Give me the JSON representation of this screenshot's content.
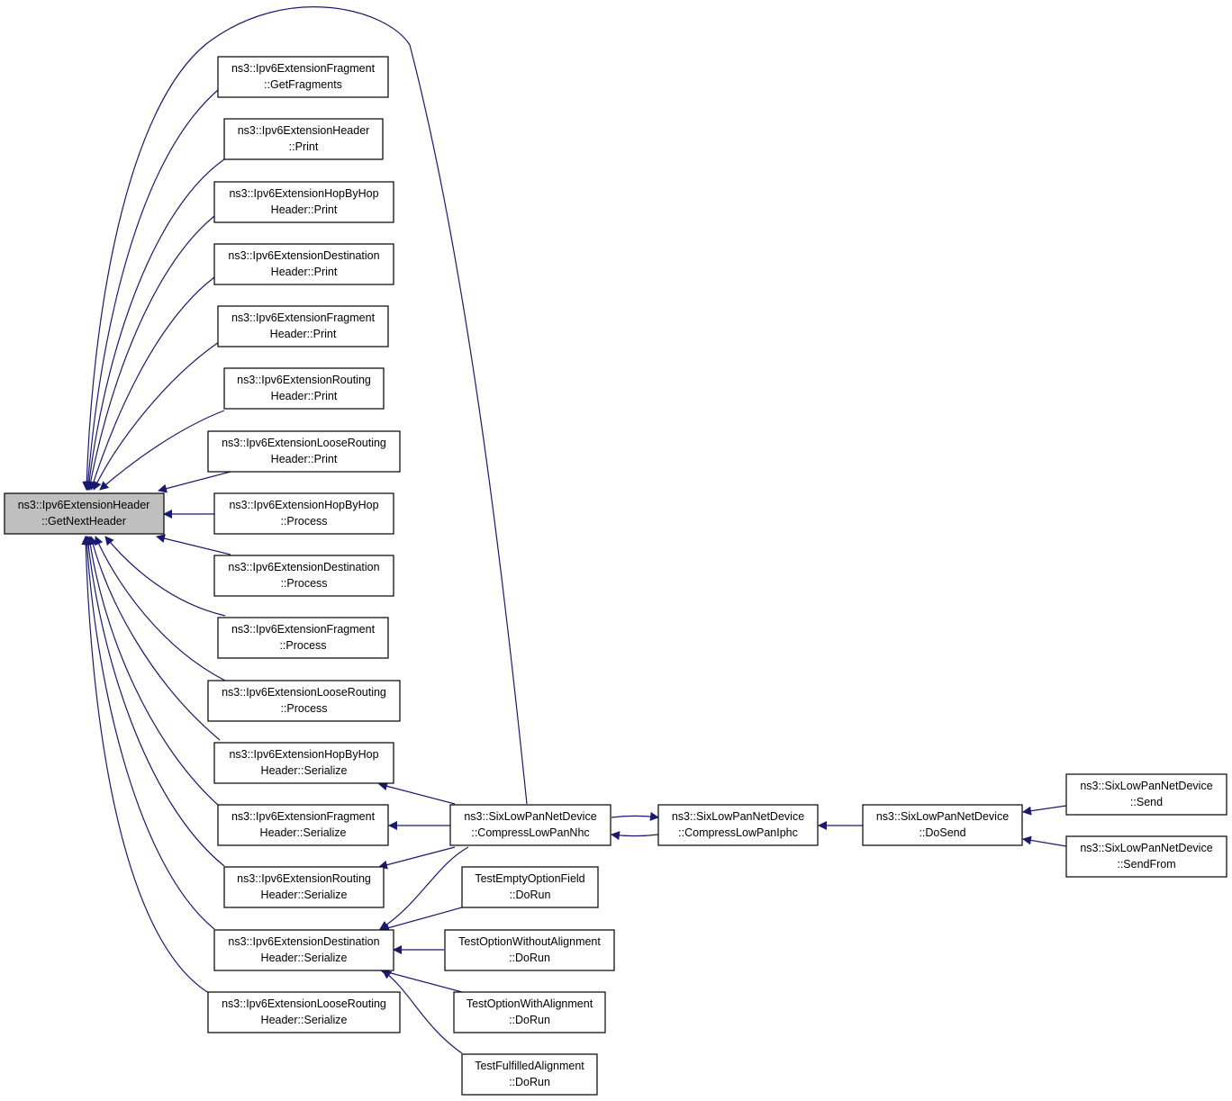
{
  "colors": {
    "edge": "#191970",
    "node_fill": "#ffffff",
    "node_stroke": "#000000",
    "root_fill": "#bfbfbf"
  },
  "nodes": {
    "root": {
      "line1": "ns3::Ipv6ExtensionHeader",
      "line2": "::GetNextHeader"
    },
    "n_get_fragments": {
      "line1": "ns3::Ipv6ExtensionFragment",
      "line2": "::GetFragments"
    },
    "n_header_print": {
      "line1": "ns3::Ipv6ExtensionHeader",
      "line2": "::Print"
    },
    "n_hbh_header_print": {
      "line1": "ns3::Ipv6ExtensionHopByHop",
      "line2": "Header::Print"
    },
    "n_dest_header_print": {
      "line1": "ns3::Ipv6ExtensionDestination",
      "line2": "Header::Print"
    },
    "n_frag_header_print": {
      "line1": "ns3::Ipv6ExtensionFragment",
      "line2": "Header::Print"
    },
    "n_routing_header_print": {
      "line1": "ns3::Ipv6ExtensionRouting",
      "line2": "Header::Print"
    },
    "n_loose_header_print": {
      "line1": "ns3::Ipv6ExtensionLooseRouting",
      "line2": "Header::Print"
    },
    "n_hbh_process": {
      "line1": "ns3::Ipv6ExtensionHopByHop",
      "line2": "::Process"
    },
    "n_dest_process": {
      "line1": "ns3::Ipv6ExtensionDestination",
      "line2": "::Process"
    },
    "n_frag_process": {
      "line1": "ns3::Ipv6ExtensionFragment",
      "line2": "::Process"
    },
    "n_loose_process": {
      "line1": "ns3::Ipv6ExtensionLooseRouting",
      "line2": "::Process"
    },
    "n_hbh_serialize": {
      "line1": "ns3::Ipv6ExtensionHopByHop",
      "line2": "Header::Serialize"
    },
    "n_frag_serialize": {
      "line1": "ns3::Ipv6ExtensionFragment",
      "line2": "Header::Serialize"
    },
    "n_routing_serialize": {
      "line1": "ns3::Ipv6ExtensionRouting",
      "line2": "Header::Serialize"
    },
    "n_dest_serialize": {
      "line1": "ns3::Ipv6ExtensionDestination",
      "line2": "Header::Serialize"
    },
    "n_loose_serialize": {
      "line1": "ns3::Ipv6ExtensionLooseRouting",
      "line2": "Header::Serialize"
    },
    "n_compress_nhc": {
      "line1": "ns3::SixLowPanNetDevice",
      "line2": "::CompressLowPanNhc"
    },
    "n_compress_iphc": {
      "line1": "ns3::SixLowPanNetDevice",
      "line2": "::CompressLowPanIphc"
    },
    "n_dosend": {
      "line1": "ns3::SixLowPanNetDevice",
      "line2": "::DoSend"
    },
    "n_send": {
      "line1": "ns3::SixLowPanNetDevice",
      "line2": "::Send"
    },
    "n_sendfrom": {
      "line1": "ns3::SixLowPanNetDevice",
      "line2": "::SendFrom"
    },
    "n_test_empty": {
      "line1": "TestEmptyOptionField",
      "line2": "::DoRun"
    },
    "n_test_without": {
      "line1": "TestOptionWithoutAlignment",
      "line2": "::DoRun"
    },
    "n_test_with": {
      "line1": "TestOptionWithAlignment",
      "line2": "::DoRun"
    },
    "n_test_fulfilled": {
      "line1": "TestFulfilledAlignment",
      "line2": "::DoRun"
    }
  }
}
